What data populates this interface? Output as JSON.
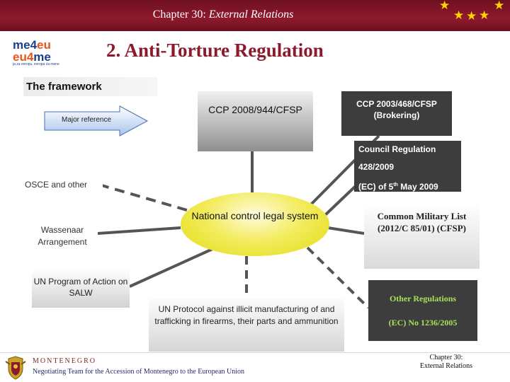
{
  "header": {
    "chapter_prefix": "Chapter 30: ",
    "chapter_topic": "External Relations",
    "stars_count": 5
  },
  "logo": {
    "line1_a": "me4",
    "line1_b": "eu",
    "line2_a": "eu4",
    "line2_b": "me",
    "tagline": "ja za evropu, evropa za mene"
  },
  "slide": {
    "title": "2. Anti-Torture Regulation",
    "framework_label": "The framework",
    "major_reference": "Major reference"
  },
  "nodes": {
    "ccp_944": "CCP 2008/944/CFSP",
    "ccp_468": "CCP 2003/468/CFSP (Brokering)",
    "council_l1": "Council Regulation",
    "council_l2": "428/2009",
    "council_l3_a": "(EC) of 5",
    "council_l3_sup": "th",
    "council_l3_b": " May 2009",
    "osce": "OSCE and other",
    "wassenaar": "Wassenaar Arrangement",
    "un_program": "UN Program of Action on SALW",
    "national_control": "National control legal system",
    "common_military": "Common Military List (2012/C 85/01) (CFSP)",
    "other_regulations": "Other Regulations",
    "other_regulations_ref": "(EC) No 1236/2005",
    "un_protocol": "UN Protocol against illicit manufacturing of and trafficking in firearms, their parts and ammunition"
  },
  "footer": {
    "country": "MONTENEGRO",
    "team": "Negotiating Team for the Accession of Montenegro to the European Union",
    "right_l1": "Chapter 30:",
    "right_l2": "External Relations"
  },
  "colors": {
    "header_bg": "#7d1526",
    "title": "#8b1a2b",
    "dark_box": "#3d3d3d",
    "yellow": "#e8e020",
    "other_reg_green": "#a8e05a",
    "logo_blue": "#1c3f8c",
    "logo_orange": "#e8541c"
  }
}
